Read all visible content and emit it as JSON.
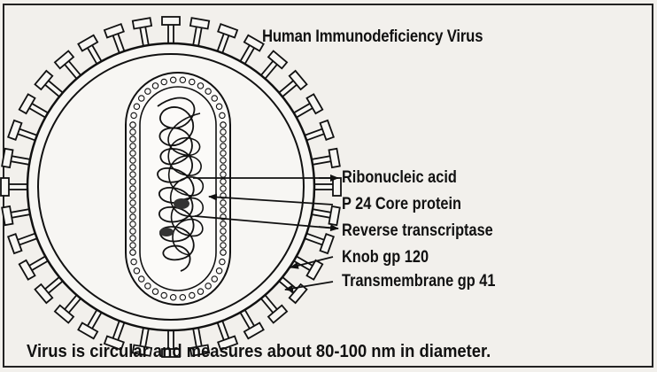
{
  "title": "Human Immunodeficiency Virus",
  "labels": [
    "Ribonucleic acid",
    "P 24 Core protein",
    "Reverse transcriptase",
    "Knob gp 120",
    "Transmembrane gp 41"
  ],
  "caption": "Virus is circular and measures about 80-100 nm in diameter.",
  "colors": {
    "ink": "#111111",
    "paper": "#f2f0ec"
  }
}
